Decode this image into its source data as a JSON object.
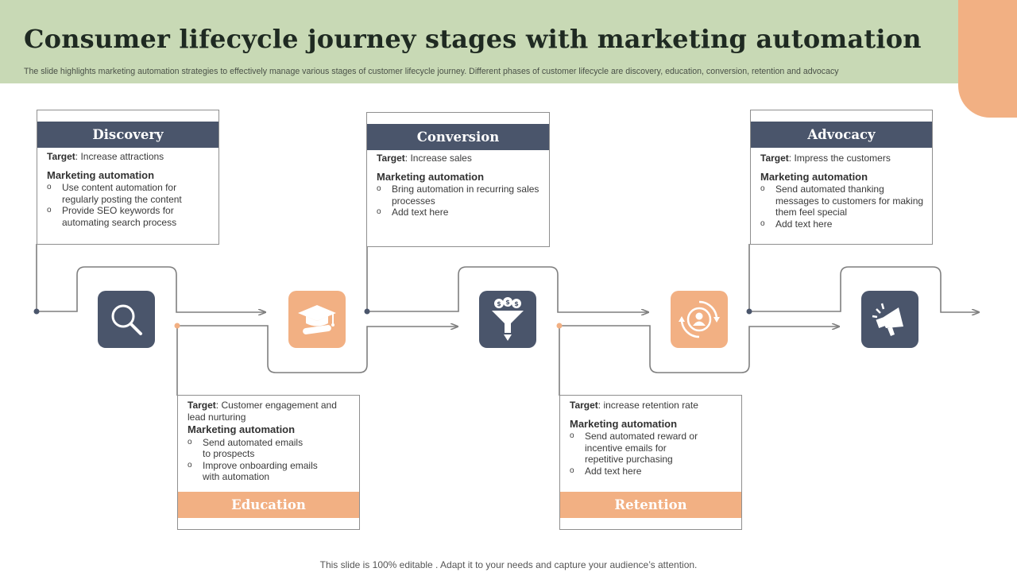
{
  "slide": {
    "title": "Consumer lifecycle journey stages with marketing automation",
    "subtitle": "The slide highlights marketing automation strategies to effectively manage various stages of customer lifecycle journey. Different phases of customer lifecycle are discovery, education, conversion, retention and advocacy",
    "footer": "This slide is 100% editable . Adapt it to your needs and capture your audience’s attention."
  },
  "labels": {
    "target": "Target",
    "marketing": "Marketing automation"
  },
  "stages": {
    "discovery": {
      "name": "Discovery",
      "target": ": Increase attractions",
      "items": [
        "Use content automation for regularly posting the content",
        "Provide SEO keywords for automating search process"
      ]
    },
    "education": {
      "name": "Education",
      "target": ": Customer engagement and lead nurturing",
      "items": [
        "Send automated emails to prospects",
        "Improve onboarding emails with automation"
      ]
    },
    "conversion": {
      "name": "Conversion",
      "target": ": Increase sales",
      "items": [
        "Bring automation in recurring sales processes",
        "Add text here"
      ]
    },
    "retention": {
      "name": "Retention",
      "target": ": increase retention rate",
      "items": [
        "Send automated reward or incentive emails for repetitive purchasing",
        "Add text here"
      ]
    },
    "advocacy": {
      "name": "Advocacy",
      "target": ": Impress the customers",
      "items": [
        "Send automated thanking messages to customers for making them feel special",
        "Add text here"
      ]
    }
  },
  "icons": [
    "search-icon",
    "graduation-cap-icon",
    "sales-funnel-icon",
    "customer-cycle-icon",
    "megaphone-icon"
  ],
  "colors": {
    "header": "#c8d9b5",
    "accent": "#f2b083",
    "dark": "#4a556b",
    "line": "#7f7f7f"
  }
}
